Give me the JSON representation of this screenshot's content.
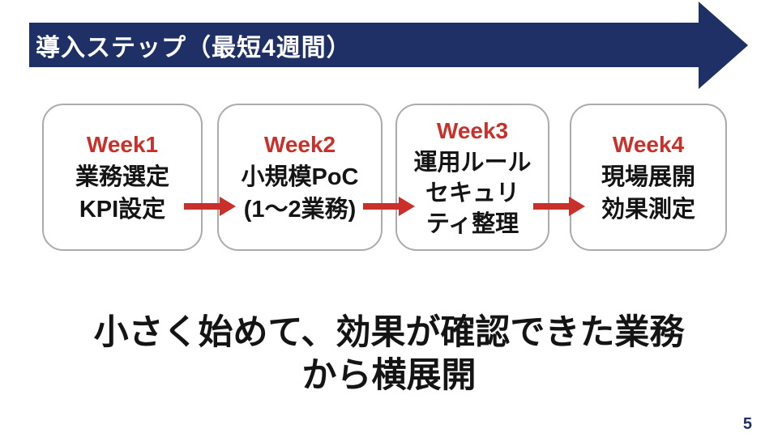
{
  "slide": {
    "title": "導入ステップ（最短4週間）",
    "page_number": "5",
    "colors": {
      "navy": "#1F3066",
      "red": "#C9302A",
      "box_border": "#ABABAB",
      "text": "#141414"
    },
    "steps": [
      {
        "week": "Week1",
        "lines": [
          "業務選定",
          "KPI設定"
        ]
      },
      {
        "week": "Week2",
        "lines": [
          "小規模PoC",
          "(1〜2業務)"
        ]
      },
      {
        "week": "Week3",
        "lines": [
          "運用ルール",
          "セキュリ",
          "ティ整理"
        ]
      },
      {
        "week": "Week4",
        "lines": [
          "現場展開",
          "効果測定"
        ]
      }
    ],
    "message": [
      "小さく始めて、効果が確認できた業務",
      "から横展開"
    ]
  }
}
